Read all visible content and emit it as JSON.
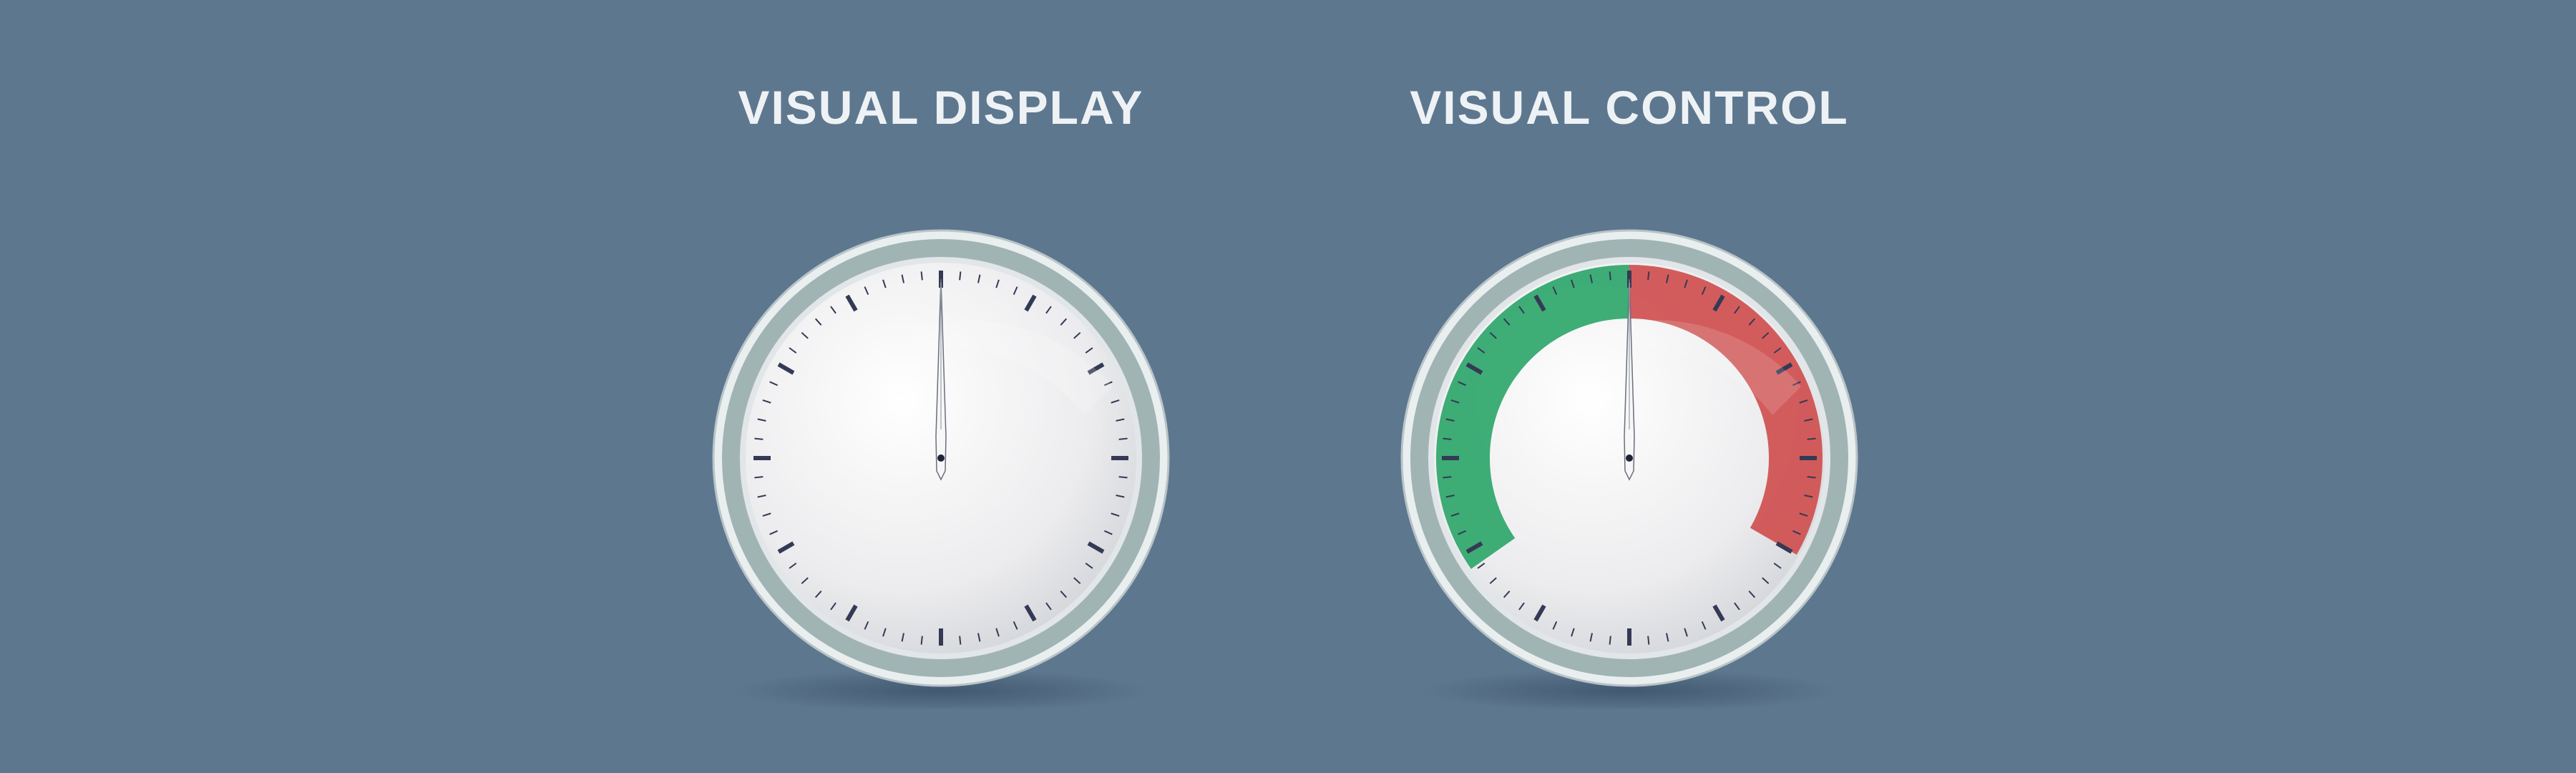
{
  "colors": {
    "background": "#5d778f",
    "title_text": "#eef2f5",
    "bezel_outer": "#e9eeef",
    "bezel_band": "#9fb4b3",
    "bezel_inner": "#d9dfe1",
    "dial_face": "#e8e8ea",
    "tick_color": "#343a55",
    "zone_green": "#2fa66a",
    "zone_red": "#cf4f4f",
    "shadow": "#3e556d"
  },
  "gauges": [
    {
      "title": "VISUAL DISPLAY",
      "needle_position": 0,
      "zones": []
    },
    {
      "title": "VISUAL CONTROL",
      "needle_position": 0,
      "zones": [
        {
          "name": "green",
          "color": "#2fa66a",
          "from": 0.65,
          "to": 1.0
        },
        {
          "name": "red",
          "color": "#cf4f4f",
          "from": 0.0,
          "to": 0.32
        }
      ]
    }
  ],
  "icons": {
    "needle": "gauge-needle-icon",
    "pivot": "pivot-dot-icon"
  }
}
